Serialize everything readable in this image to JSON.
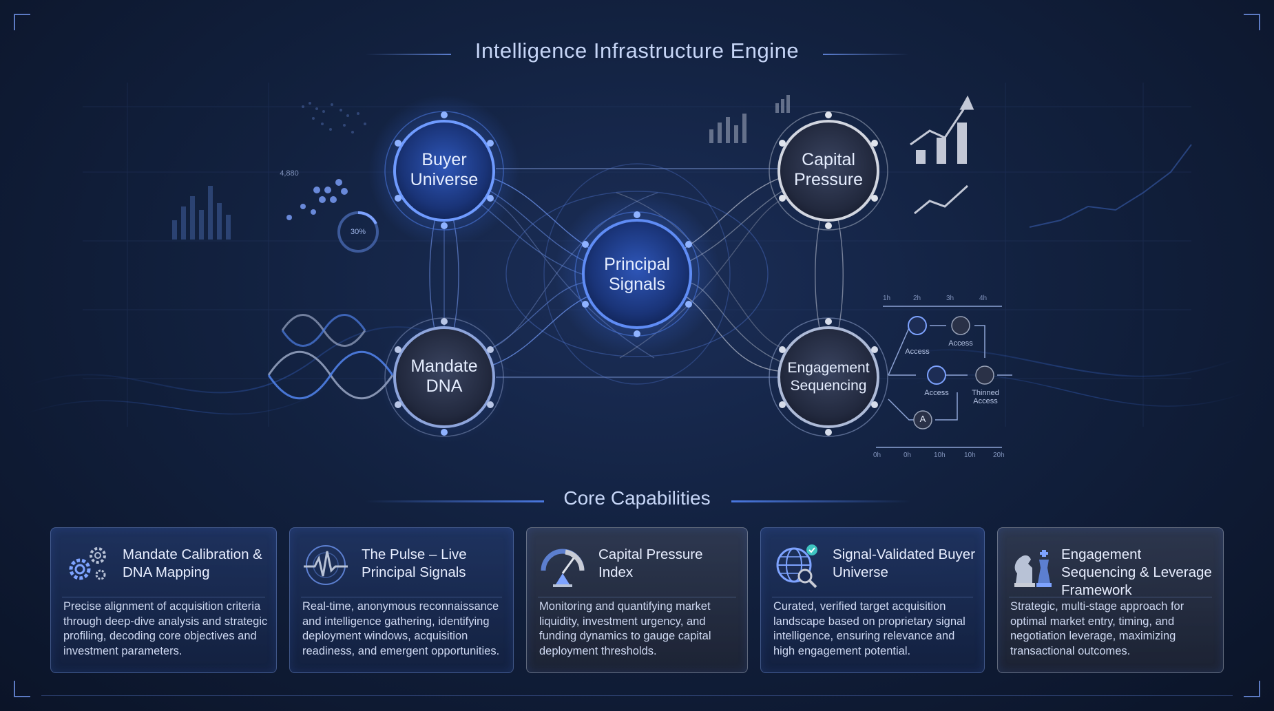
{
  "title": "Intelligence Infrastructure Engine",
  "section_title": "Core Capabilities",
  "nodes": {
    "buyer": "Buyer Universe",
    "capital": "Capital Pressure",
    "principal": "Principal Signals",
    "mandate": "Mandate DNA",
    "engagement": "Engagement Sequencing"
  },
  "sequence": {
    "access1": "Access",
    "access2": "Access",
    "access3": "Access",
    "thinned": "Thinned Access",
    "a_badge": "A"
  },
  "axis": {
    "top": [
      "1h",
      "2h",
      "3h",
      "4h"
    ],
    "bottom": [
      "0h",
      "0h",
      "10h",
      "10h",
      "20h"
    ]
  },
  "deco": {
    "ring_pct": "30%",
    "left_num": "4,880"
  },
  "cards": [
    {
      "title": "Mandate Calibration & DNA Mapping",
      "text": "Precise alignment of acquisition criteria through deep-dive analysis and strategic profiling, decoding core objectives and investment parameters.",
      "icon": "gears-icon"
    },
    {
      "title": "The Pulse – Live Principal Signals",
      "text": "Real-time, anonymous reconnaissance and intelligence gathering, identifying deployment windows, acquisition readiness, and emergent opportunities.",
      "icon": "pulse-radar-icon"
    },
    {
      "title": "Capital Pressure Index",
      "text": "Monitoring and quantifying market liquidity, investment urgency, and funding dynamics to gauge capital deployment thresholds.",
      "icon": "gauge-icon"
    },
    {
      "title": "Signal-Validated Buyer Universe",
      "text": "Curated, verified target acquisition landscape based on proprietary signal intelligence, ensuring relevance and high engagement potential.",
      "icon": "globe-check-icon"
    },
    {
      "title": "Engagement Sequencing & Leverage Framework",
      "text": "Strategic, multi-stage approach for optimal market entry, timing, and negotiation leverage, maximizing transactional outcomes.",
      "icon": "chess-icon"
    }
  ],
  "colors": {
    "accent": "#4a7be8",
    "background": "#12213f",
    "node_blue": "#3d6fe0",
    "node_silver": "#c8ccd6"
  }
}
